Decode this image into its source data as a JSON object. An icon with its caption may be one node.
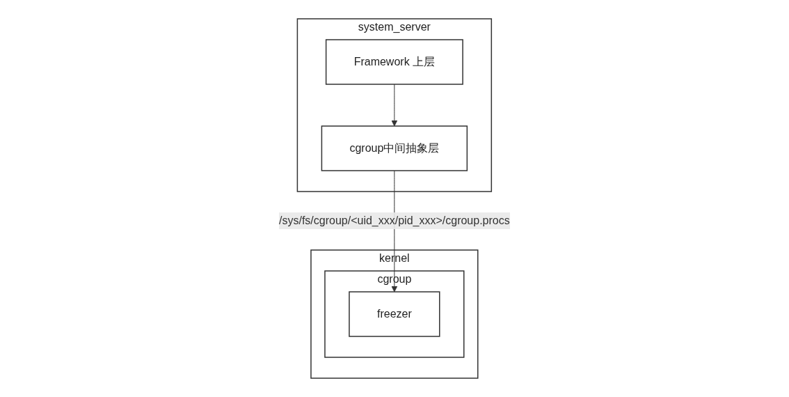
{
  "diagram": {
    "nodes": [
      {
        "text": [
          "system_server"
        ]
      },
      {
        "text": [
          "Framework 上层"
        ],
        "in": 0
      },
      {
        "text": [
          "cgroup中间抽象层"
        ],
        "in": 0
      },
      {
        "text": [
          "kernel"
        ]
      },
      {
        "text": [
          "cgroup"
        ],
        "in": 3
      },
      {
        "text": [
          "freezer"
        ],
        "in": 4
      }
    ],
    "edges": [
      {
        "from": 1,
        "to": 2,
        "arrow": "to"
      },
      {
        "from": 2,
        "to": 5,
        "arrow": "to",
        "label": "/sys/fs/cgroup/<uid_xxx/pid_xxx>/cgroup.procs"
      }
    ]
  }
}
